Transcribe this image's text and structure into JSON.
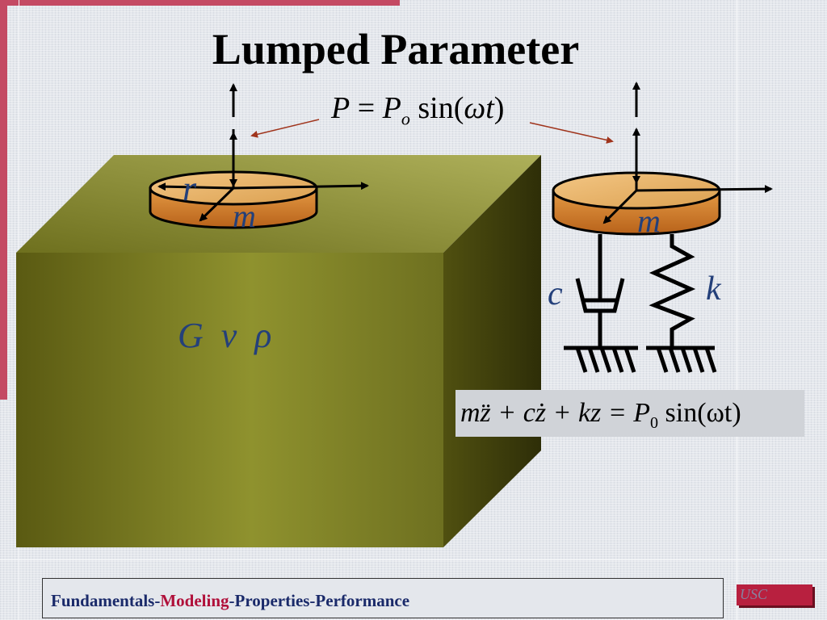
{
  "slide": {
    "title": "Lumped Parameter",
    "equation_top": {
      "lhs": "P",
      "eq": " = ",
      "rhs_main": "P",
      "rhs_sub": "o",
      "rhs_func": " sin(",
      "rhs_arg": "ωt",
      "rhs_close": ")"
    },
    "equation_motion": "mz̈ + cż + kz = P",
    "equation_motion_sub": "0",
    "equation_motion_tail": " sin(ωt)",
    "labels": {
      "radius": "r",
      "mass_left": "m",
      "mass_right": "m",
      "damper": "c",
      "spring": "k",
      "soil_props": "G  v  ρ"
    },
    "footer": {
      "part1": "Fundamentals-",
      "part2": "Modeling",
      "part3": "-Properties-Performance"
    },
    "logo_text": "USC",
    "colors": {
      "accent": "#c44a63",
      "label_blue": "#24407a",
      "soil": "#6b6d1e",
      "disk": "#d87f2a",
      "footer_blue": "#1a2a6a",
      "footer_red": "#b0103a"
    }
  }
}
